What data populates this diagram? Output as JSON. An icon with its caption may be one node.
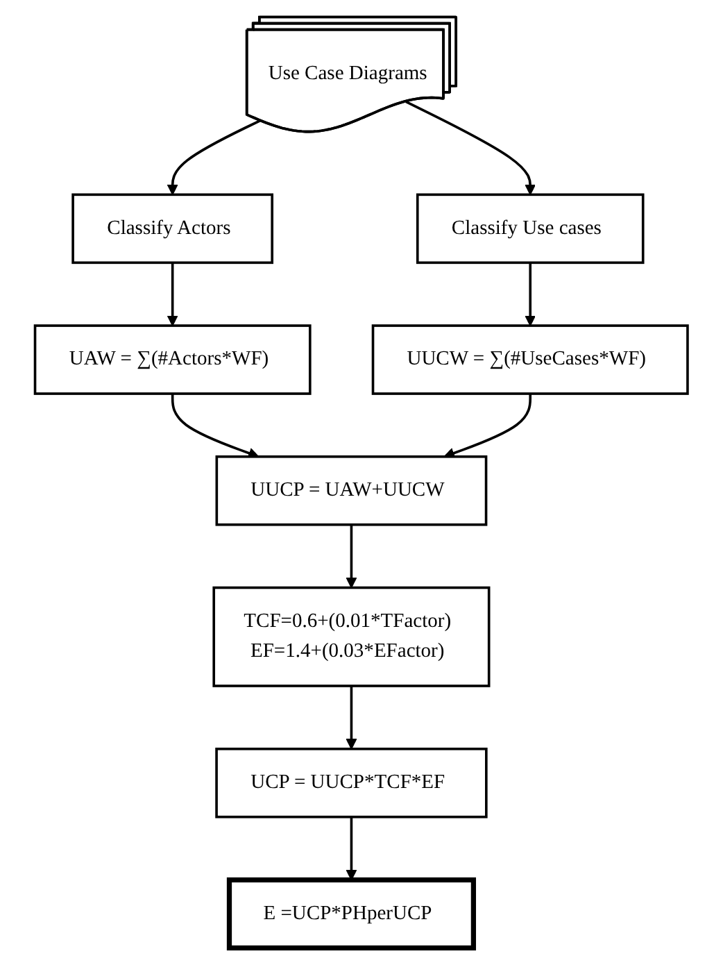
{
  "diagram": {
    "nodes": [
      {
        "text": [
          "Use Case Diagrams"
        ]
      },
      {
        "text": [
          "Classify Actors"
        ]
      },
      {
        "text": [
          "Classify Use cases"
        ]
      },
      {
        "text": [
          "UAW = ∑(#Actors*WF)"
        ]
      },
      {
        "text": [
          "UUCW = ∑(#UseCases*WF)"
        ]
      },
      {
        "text": [
          "UUCP = UAW+UUCW"
        ]
      },
      {
        "text": [
          "TCF=0.6+(0.01*TFactor)",
          "EF=1.4+(0.03*EFactor)"
        ]
      },
      {
        "text": [
          "UCP = UUCP*TCF*EF"
        ]
      },
      {
        "text": [
          "E =UCP*PHperUCP"
        ]
      }
    ],
    "edges": [
      {
        "from": 0,
        "to": 1,
        "arrow": "to"
      },
      {
        "from": 0,
        "to": 2,
        "arrow": "to"
      },
      {
        "from": 1,
        "to": 3,
        "arrow": "to"
      },
      {
        "from": 2,
        "to": 4,
        "arrow": "to"
      },
      {
        "from": 3,
        "to": 5,
        "arrow": "to"
      },
      {
        "from": 4,
        "to": 5,
        "arrow": "to"
      },
      {
        "from": 5,
        "to": 6,
        "arrow": "to"
      },
      {
        "from": 6,
        "to": 7,
        "arrow": "to"
      },
      {
        "from": 7,
        "to": 8,
        "arrow": "to"
      }
    ]
  }
}
